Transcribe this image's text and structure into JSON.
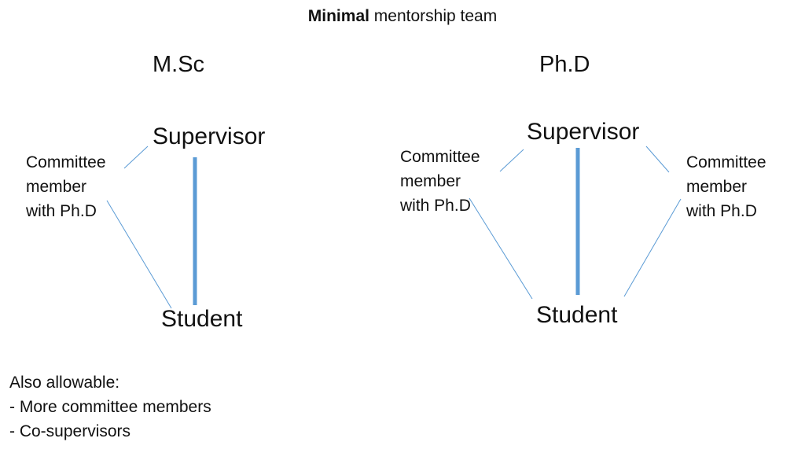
{
  "title": {
    "bold": "Minimal",
    "rest": " mentorship team"
  },
  "msc": {
    "heading": "M.Sc",
    "supervisor": "Supervisor",
    "student": "Student",
    "committee": [
      "Committee",
      "member",
      "with Ph.D"
    ]
  },
  "phd": {
    "heading": "Ph.D",
    "supervisor": "Supervisor",
    "student": "Student",
    "committee_left": [
      "Committee",
      "member",
      "with Ph.D"
    ],
    "committee_right": [
      "Committee",
      "member",
      "with Ph.D"
    ]
  },
  "note": {
    "heading": "Also allowable:",
    "items": [
      "- More committee members",
      "- Co-supervisors"
    ]
  },
  "colors": {
    "strong_link": "#5b9bd5",
    "thin_link": "#5b9bd5",
    "text": "#111111"
  }
}
